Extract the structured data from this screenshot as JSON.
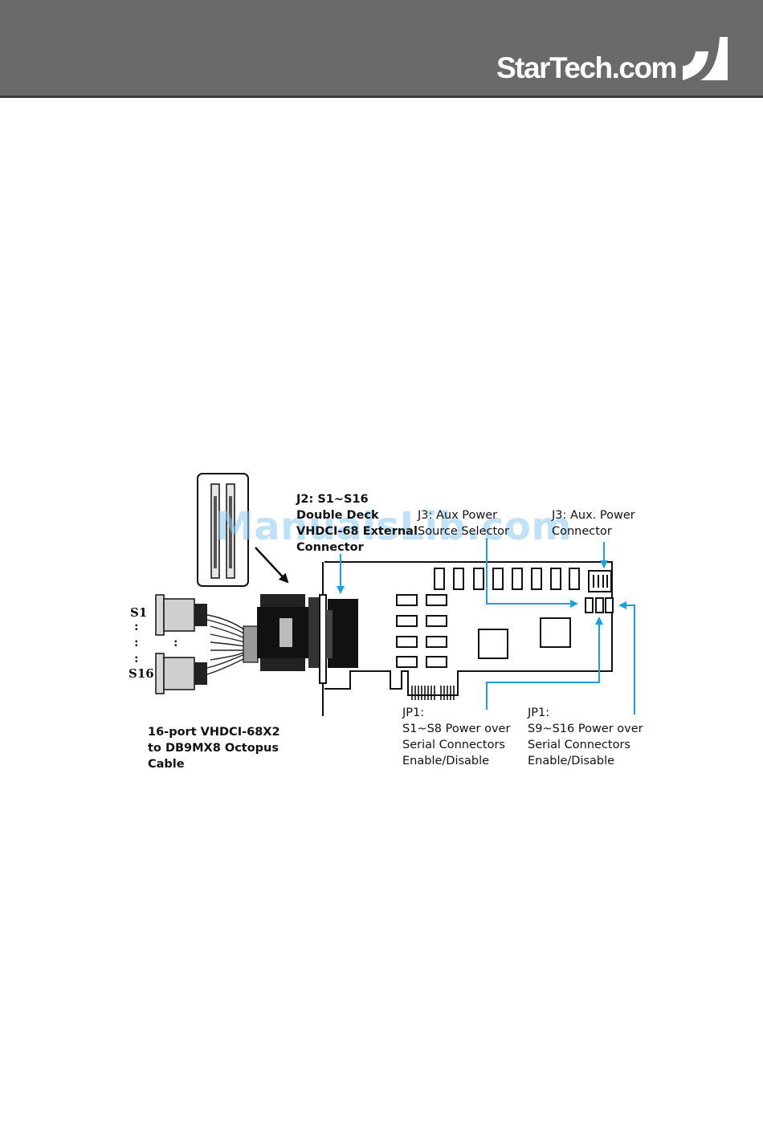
{
  "header": {
    "logo_text": "StarTech.com",
    "logo_icon": "startech-swoosh-icon",
    "background_color": "#6a6a6a"
  },
  "watermark": "ManualsLib.com",
  "diagram": {
    "port_labels": {
      "first": "S1",
      "dots": ":",
      "last": "S16"
    },
    "labels": {
      "j2": [
        "J2: S1~S16",
        "Double Deck",
        "VHDCI-68 External",
        "Connector"
      ],
      "j3_selector": [
        "J3: Aux Power",
        "Source Selector"
      ],
      "j3_connector": [
        "J3: Aux. Power",
        "Connector"
      ],
      "cable": [
        "16-port VHDCI-68X2",
        "to DB9MX8 Octopus",
        "Cable"
      ],
      "jp1_s1_s8": [
        "JP1:",
        "S1~S8 Power over",
        "Serial Connectors",
        "Enable/Disable"
      ],
      "jp1_s9_s16": [
        "JP1:",
        "S9~S16 Power over",
        "Serial Connectors",
        "Enable/Disable"
      ]
    },
    "arrow_color": "#1ca0e0"
  }
}
